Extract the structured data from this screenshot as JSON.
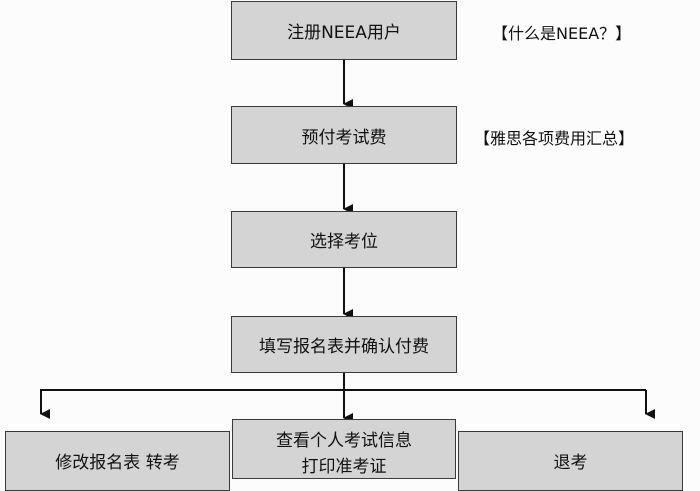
{
  "steps": {
    "register": "注册NEEA用户",
    "prepay": "预付考试费",
    "select_seat": "选择考位",
    "fill_form": "填写报名表并确认付费"
  },
  "side_links": {
    "what_is_neea": "【什么是NEEA？】",
    "ielts_fees": "【雅思各项费用汇总】"
  },
  "outcomes": {
    "modify": "修改报名表  转考",
    "view_info_line1": "查看个人考试信息",
    "view_info_line2": "打印准考证",
    "withdraw": "退考"
  },
  "colors": {
    "box_fill": "#d4d4d4",
    "box_border": "#3a3a3a",
    "line": "#111111"
  }
}
